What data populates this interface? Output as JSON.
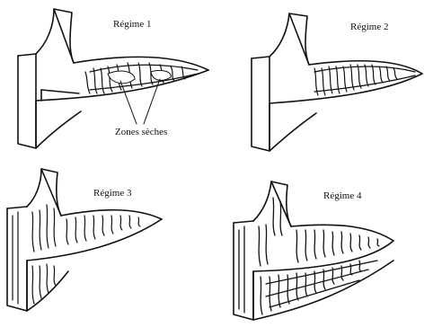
{
  "panels": [
    {
      "id": "regime-1",
      "label": "Régime 1"
    },
    {
      "id": "regime-2",
      "label": "Régime 2"
    },
    {
      "id": "regime-3",
      "label": "Régime 3"
    },
    {
      "id": "regime-4",
      "label": "Régime 4"
    }
  ],
  "annotation": {
    "dry_zones": "Zones sèches"
  }
}
